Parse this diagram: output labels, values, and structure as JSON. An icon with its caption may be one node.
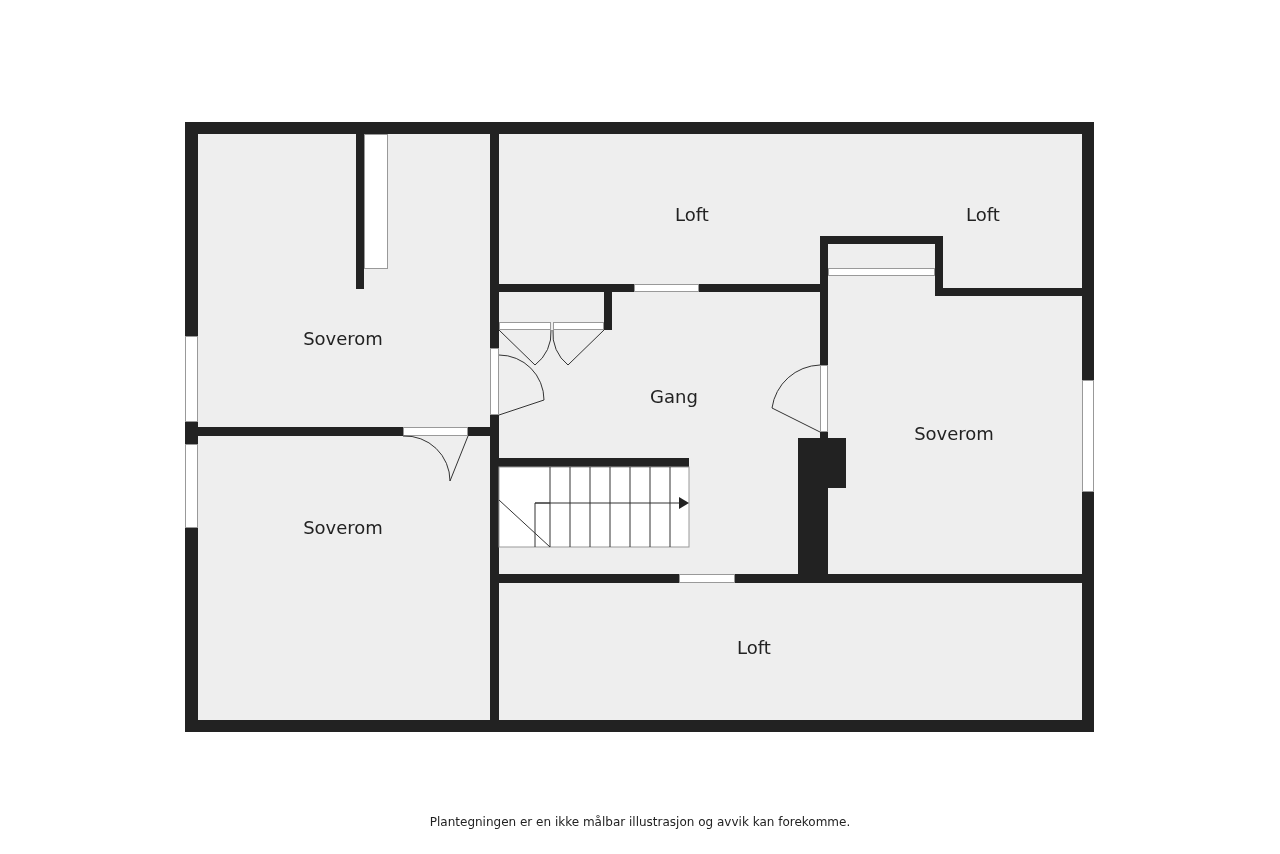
{
  "diagram": {
    "caption": "Plantegningen er en ikke målbar illustrasjon og avvik kan forekomme.",
    "nodes": [
      {
        "text": [
          "Loft"
        ]
      },
      {
        "text": [
          "Loft"
        ]
      },
      {
        "text": [
          "Soverom"
        ]
      },
      {
        "text": [
          "Gang"
        ]
      },
      {
        "text": [
          "Soverom"
        ]
      },
      {
        "text": [
          "Soverom"
        ]
      },
      {
        "text": [
          "Loft"
        ]
      }
    ]
  }
}
